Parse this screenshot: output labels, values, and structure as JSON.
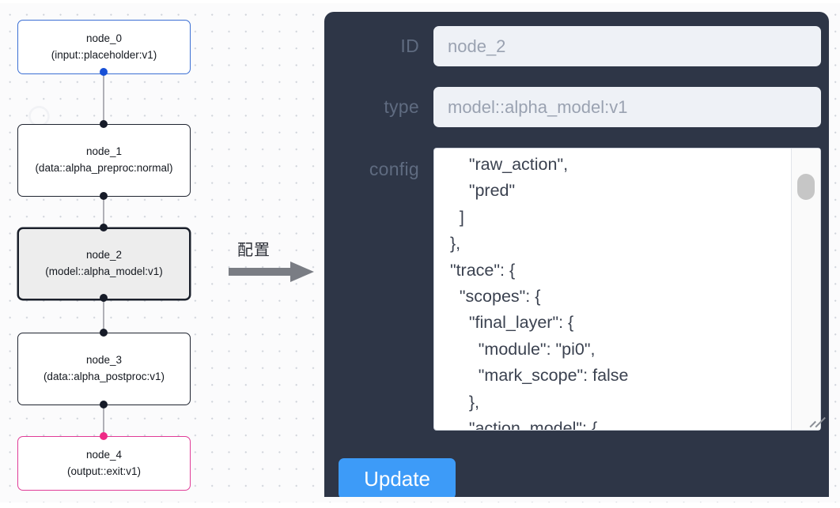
{
  "canvas": {
    "nodes": [
      {
        "id": "node_0",
        "title": "node_0",
        "subtitle": "(input::placeholder:v1)",
        "kind": "input",
        "selected": false
      },
      {
        "id": "node_1",
        "title": "node_1",
        "subtitle": "(data::alpha_preproc:normal)",
        "kind": "default",
        "selected": false
      },
      {
        "id": "node_2",
        "title": "node_2",
        "subtitle": "(model::alpha_model:v1)",
        "kind": "default",
        "selected": true
      },
      {
        "id": "node_3",
        "title": "node_3",
        "subtitle": "(data::alpha_postproc:v1)",
        "kind": "default",
        "selected": false
      },
      {
        "id": "node_4",
        "title": "node_4",
        "subtitle": "(output::exit:v1)",
        "kind": "output",
        "selected": false
      }
    ],
    "flow_label": "配置",
    "colors": {
      "input_border": "#3b6fd4",
      "output_border": "#e03b97",
      "default_border": "#1f2430",
      "selected_fill": "#ededed",
      "edge": "#b1b1b7",
      "handle": "#161b28",
      "handle_input": "#1750d6",
      "handle_output": "#ef2a86",
      "grid_dot": "#cfd3da"
    }
  },
  "inspector": {
    "panel_color": "#2e3647",
    "fields": [
      {
        "label": "ID",
        "name": "id",
        "value": "node_2"
      },
      {
        "label": "type",
        "name": "type",
        "value": "model::alpha_model:v1"
      },
      {
        "label": "config",
        "name": "config",
        "value": "      \"raw_action\",\n      \"pred\"\n    ]\n  },\n  \"trace\": {\n    \"scopes\": {\n      \"final_layer\": {\n        \"module\": \"pi0\",\n        \"mark_scope\": false\n      },\n      \"action_model\": {"
      }
    ],
    "update_label": "Update",
    "accent": "#3d9bf8"
  }
}
